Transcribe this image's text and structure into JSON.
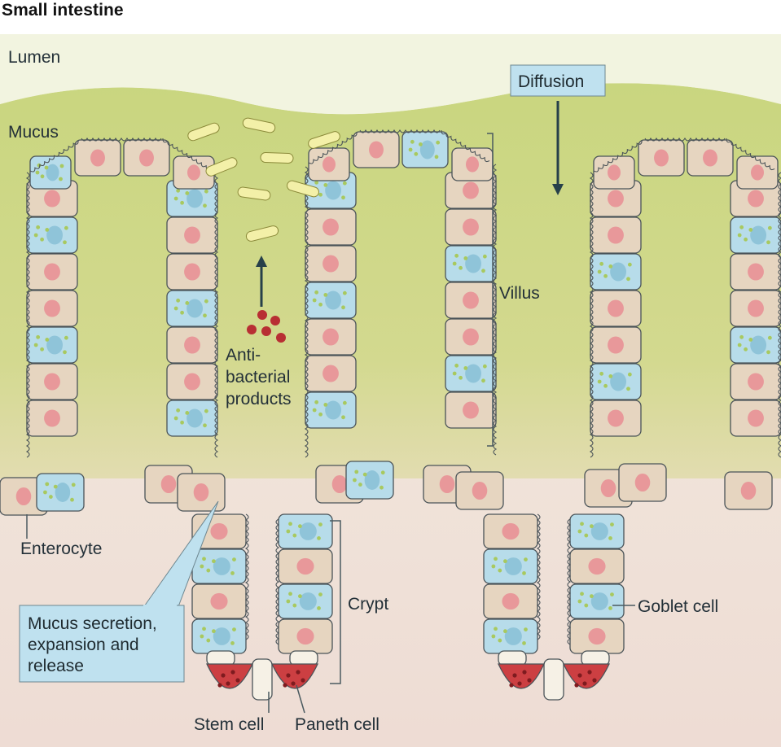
{
  "title": "Small intestine",
  "regions": {
    "lumen": "Lumen",
    "mucus": "Mucus"
  },
  "labels": {
    "diffusion": "Diffusion",
    "villus": "Villus",
    "antibacterial_line1": "Anti-",
    "antibacterial_line2": "bacterial",
    "antibacterial_line3": "products",
    "enterocyte": "Enterocyte",
    "crypt": "Crypt",
    "goblet_cell": "Goblet cell",
    "stem_cell": "Stem cell",
    "paneth_cell": "Paneth cell",
    "mucus_secretion_line1": "Mucus secretion,",
    "mucus_secretion_line2": "expansion and",
    "mucus_secretion_line3": "release"
  },
  "colors": {
    "lumen": "#f1f3df",
    "mucus": "#c8d57f",
    "tissue": "#eedfd4",
    "enterocyte": "#e6d5c0",
    "enterocyte_nucleus": "#e8989a",
    "goblet_cell": "#b7dcea",
    "paneth_cell": "#cc3f42",
    "stem_cell": "#f6f1e6",
    "callout_box": "#bfe1ef"
  }
}
